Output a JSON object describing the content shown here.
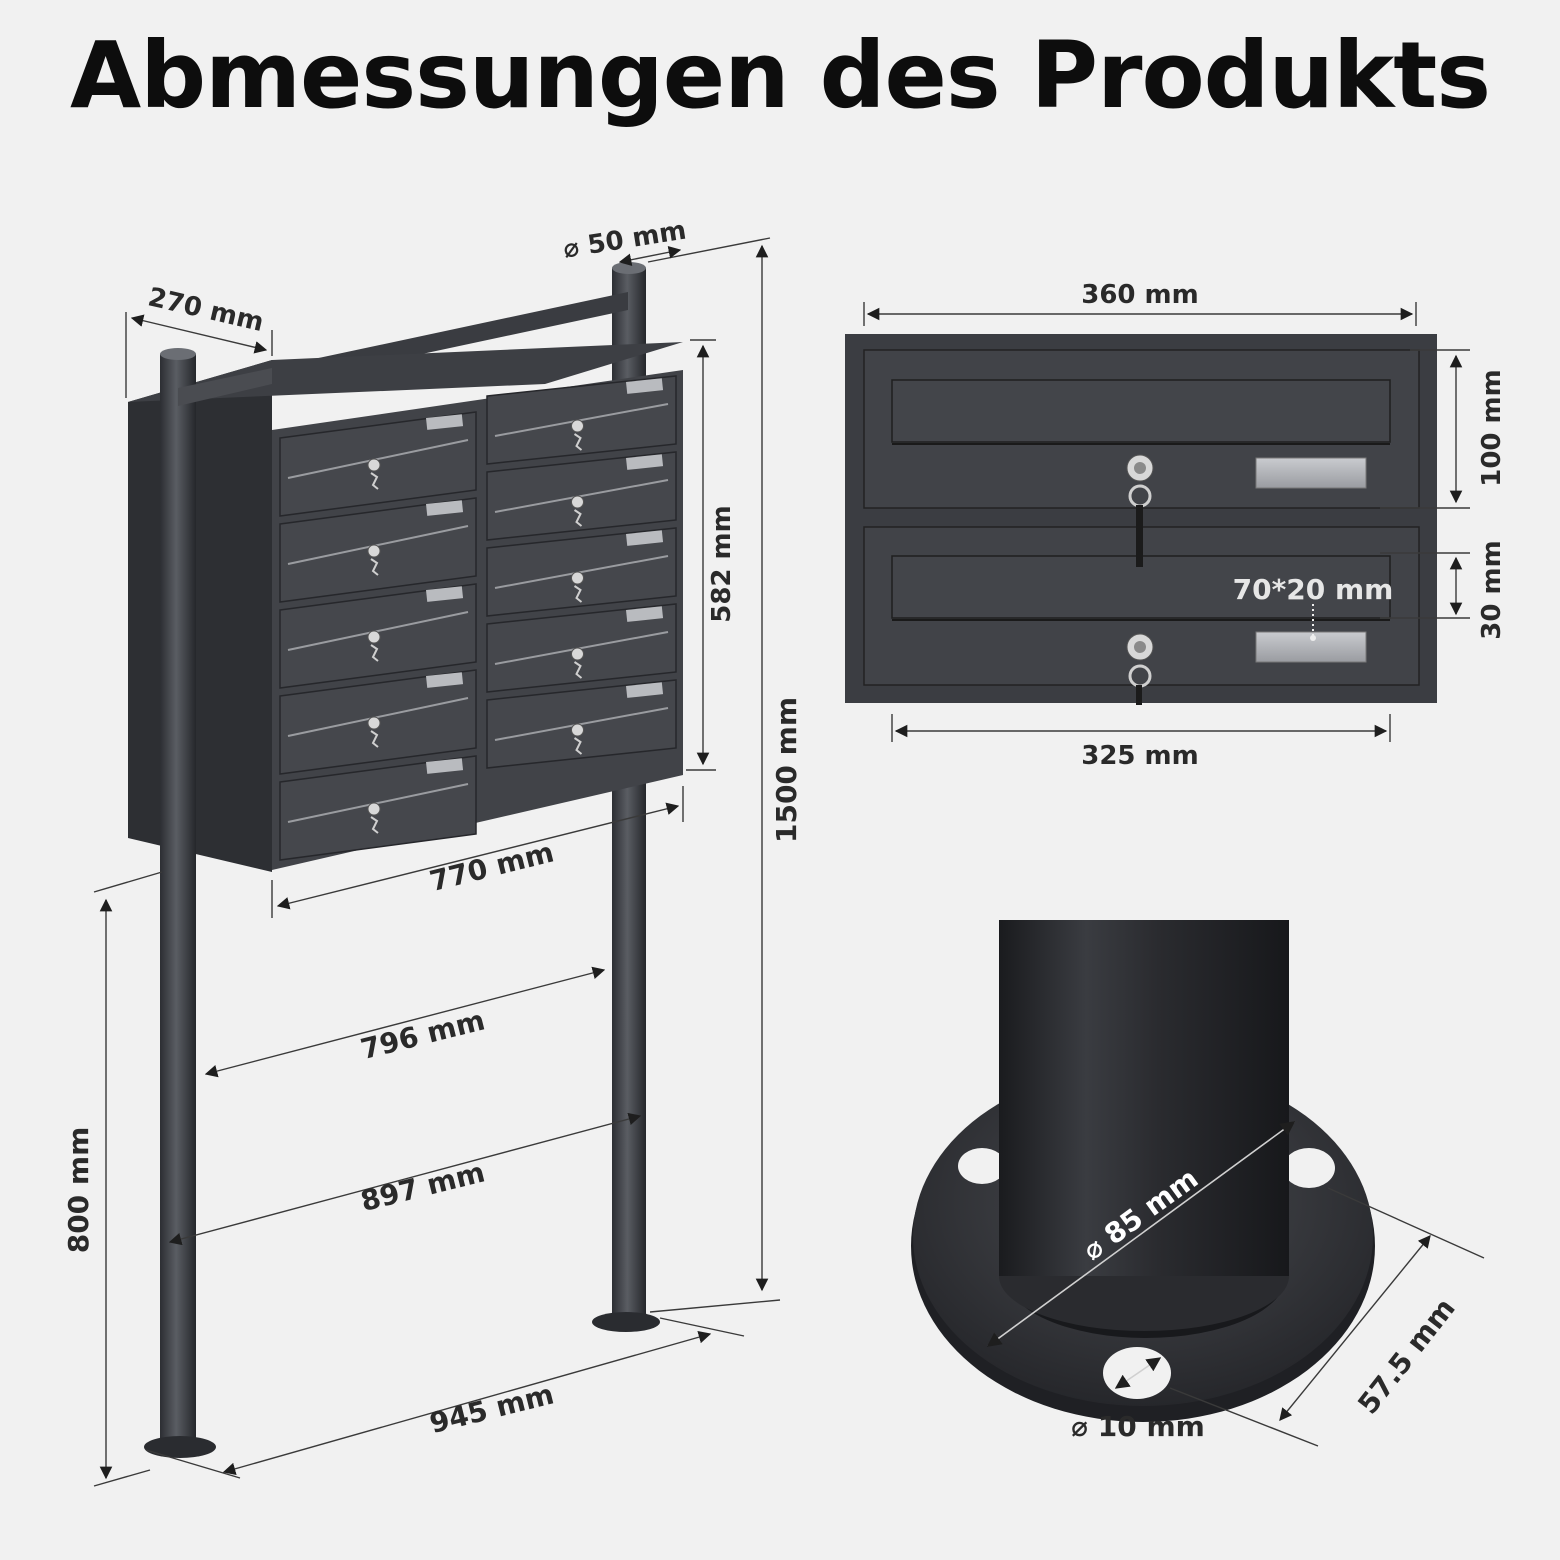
{
  "title": "Abmessungen des Produkts",
  "overall": {
    "depth": "270 mm",
    "post_diameter": "⌀ 50 mm",
    "box_height": "582 mm",
    "box_width": "770 mm",
    "total_height": "1500 mm",
    "box_bottom_height": "800 mm",
    "post_spacing_inner": "796 mm",
    "post_spacing_center": "897 mm",
    "base_spacing": "945 mm"
  },
  "mailbox_detail": {
    "outer_width": "360 mm",
    "compartment_height": "100 mm",
    "slot_height": "30 mm",
    "name_plate": "70*20 mm",
    "inner_width": "325 mm"
  },
  "base_detail": {
    "pipe_diameter": "⌀ 85 mm",
    "radius": "57.5 mm",
    "hole_diameter": "⌀ 10 mm"
  }
}
